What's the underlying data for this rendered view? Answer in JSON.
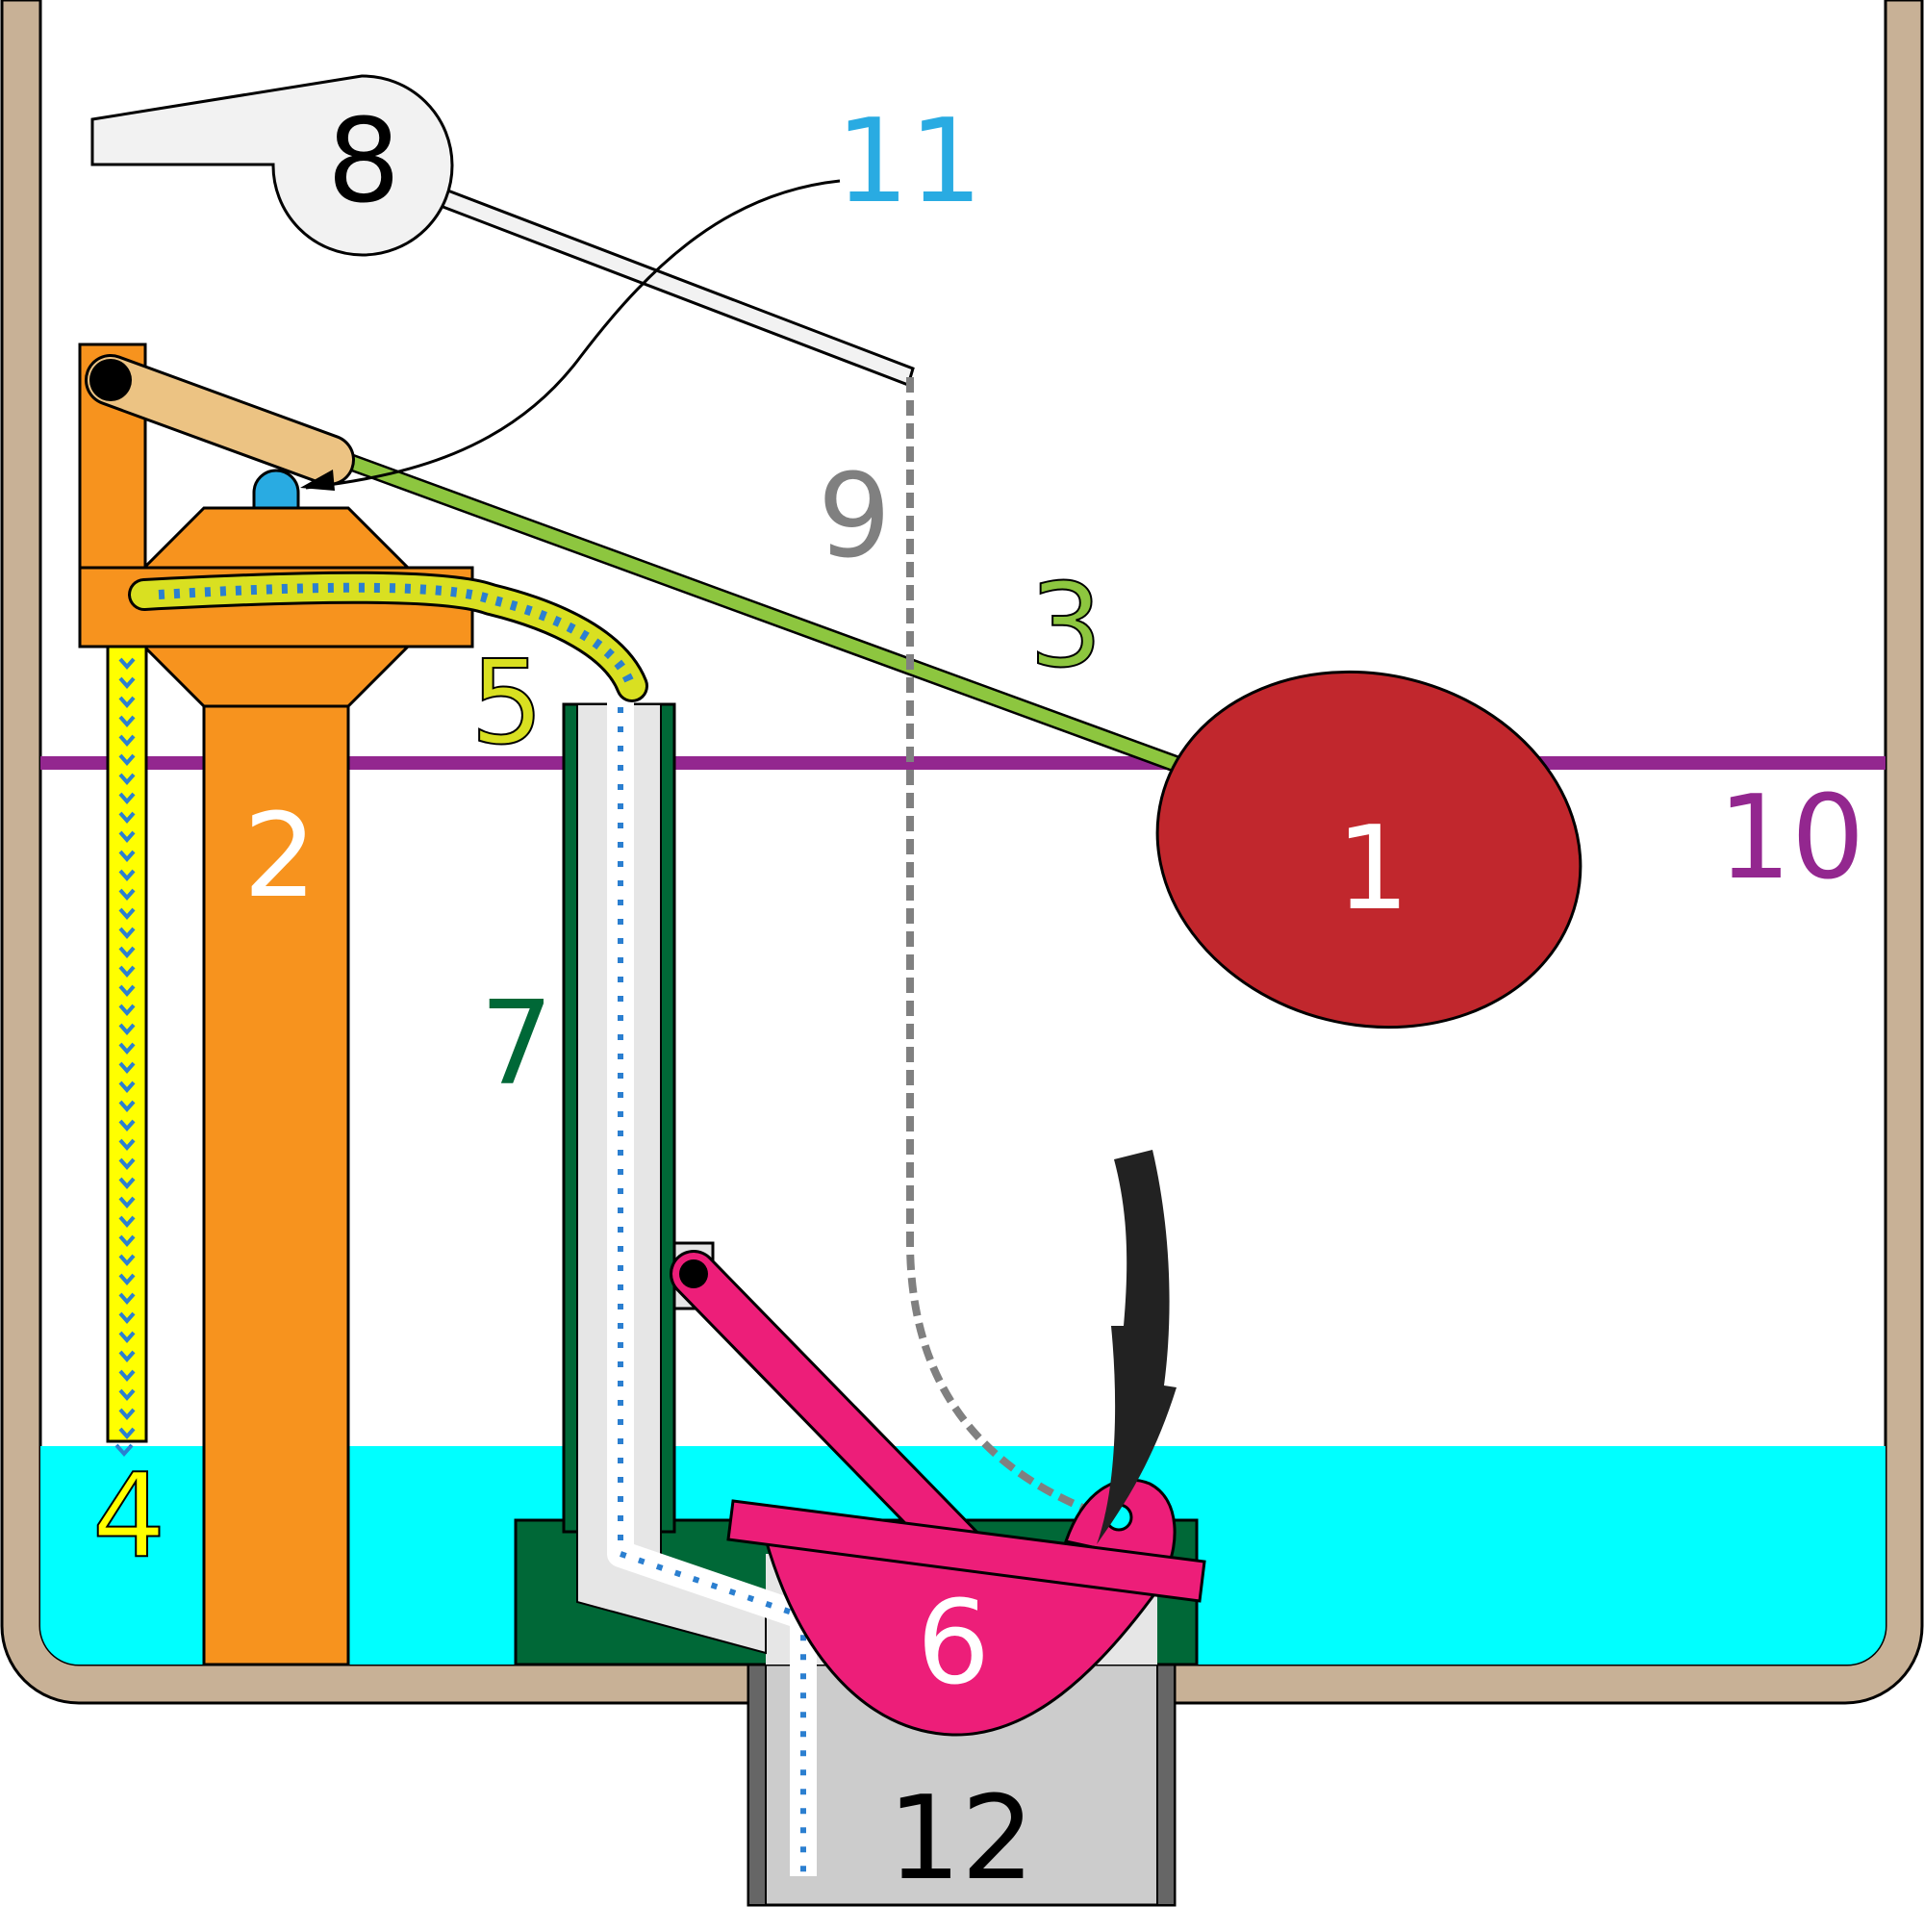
{
  "labels": {
    "float": "1",
    "fill_valve": "2",
    "float_arm": "3",
    "refill_tube": "4",
    "bowl_refill_tube": "5",
    "overflow_tube": "7",
    "flapper": "6",
    "handle": "8",
    "chain": "9",
    "water_line": "10",
    "valve_plunger": "11",
    "drain": "12"
  },
  "colors": {
    "tank_wall": "#c8b196",
    "water": "#00ffff",
    "fill_valve": "#f7931e",
    "float_arm": "#8dc63f",
    "float": "#c1272d",
    "flapper": "#ed1e79",
    "overflow_tube": "#006837",
    "water_line": "#93278f",
    "chain": "#808080",
    "handle": "#f2f2f2",
    "plunger": "#29abe2",
    "flow_arrows": "#2b7fd0",
    "refill_tube": "#ffff00",
    "bowl_refill": "#d9e021",
    "drain": "#cccccc",
    "action_arrow": "#222222"
  }
}
